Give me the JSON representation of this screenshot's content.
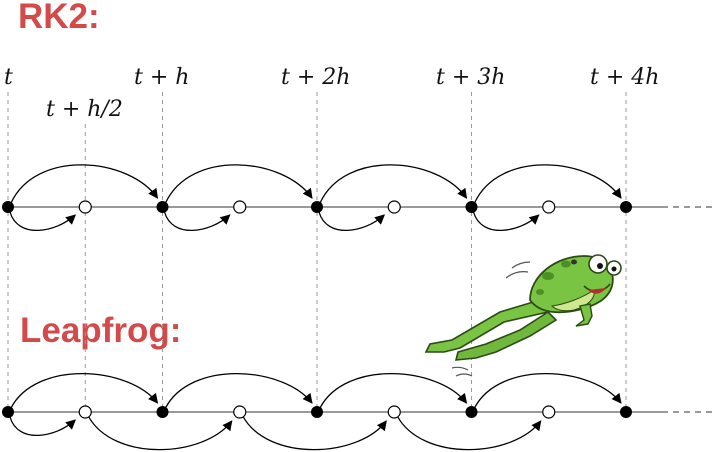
{
  "colors": {
    "heading": "#d34a4a",
    "line": "#333333",
    "guide": "#9a9a9a",
    "node_filled": "#000000",
    "node_open_fill": "#ffffff",
    "frog_body": "#79c442",
    "frog_dark": "#4e8f25",
    "frog_belly": "#cfe88f"
  },
  "headings": {
    "rk2": "RK2:",
    "leapfrog": "Leapfrog:"
  },
  "time_labels": [
    "t",
    "t + h",
    "t + 2h",
    "t + 3h",
    "t + 4h"
  ],
  "half_step_label": "t + h/2",
  "steps": 4,
  "illustration": "frog-icon"
}
